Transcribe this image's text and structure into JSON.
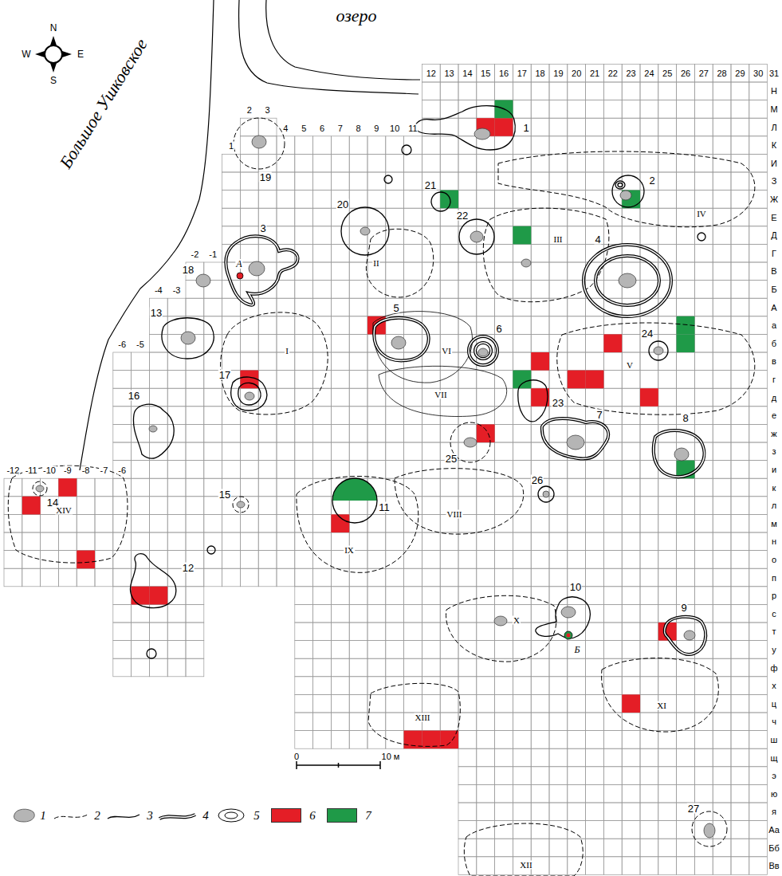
{
  "diagram": {
    "labels": [
      "Большое Ушковское",
      "озеро",
      "N",
      "W",
      "E",
      "S",
      "12",
      "13",
      "14",
      "15",
      "16",
      "17",
      "18",
      "19",
      "20",
      "21",
      "22",
      "23",
      "24",
      "25",
      "26",
      "27",
      "28",
      "29",
      "30",
      "31",
      "1",
      "2",
      "3",
      "4",
      "5",
      "6",
      "7",
      "8",
      "9",
      "10",
      "11",
      "-2",
      "-1",
      "-4",
      "-3",
      "-6",
      "-5",
      "-12",
      "-11",
      "-10",
      "-9",
      "-8",
      "-7",
      "-6",
      "Н",
      "М",
      "Л",
      "К",
      "И",
      "З",
      "Ж",
      "Е",
      "Д",
      "Г",
      "В",
      "Б",
      "А",
      "а",
      "б",
      "в",
      "г",
      "д",
      "е",
      "ж",
      "з",
      "и",
      "к",
      "л",
      "м",
      "н",
      "о",
      "п",
      "р",
      "с",
      "т",
      "у",
      "ф",
      "х",
      "ц",
      "ч",
      "ш",
      "щ",
      "э",
      "ю",
      "я",
      "Аа",
      "Бб",
      "Вв",
      "1",
      "2",
      "3",
      "4",
      "5",
      "6",
      "7",
      "8",
      "9",
      "10",
      "11",
      "12",
      "13",
      "14",
      "15",
      "16",
      "17",
      "18",
      "19",
      "20",
      "21",
      "22",
      "23",
      "24",
      "25",
      "26",
      "27",
      "А",
      "Б",
      "I",
      "II",
      "III",
      "IV",
      "V",
      "VI",
      "VII",
      "VIII",
      "IX",
      "X",
      "XI",
      "XII",
      "XIII",
      "XIV",
      "0",
      "10 м"
    ],
    "legend": [
      {
        "text": "1"
      },
      {
        "text": "2"
      },
      {
        "text": "3"
      },
      {
        "text": "4"
      },
      {
        "text": "5"
      },
      {
        "text": "6",
        "color": "#e41e26"
      },
      {
        "text": "7",
        "color": "#1f9a48"
      }
    ]
  }
}
